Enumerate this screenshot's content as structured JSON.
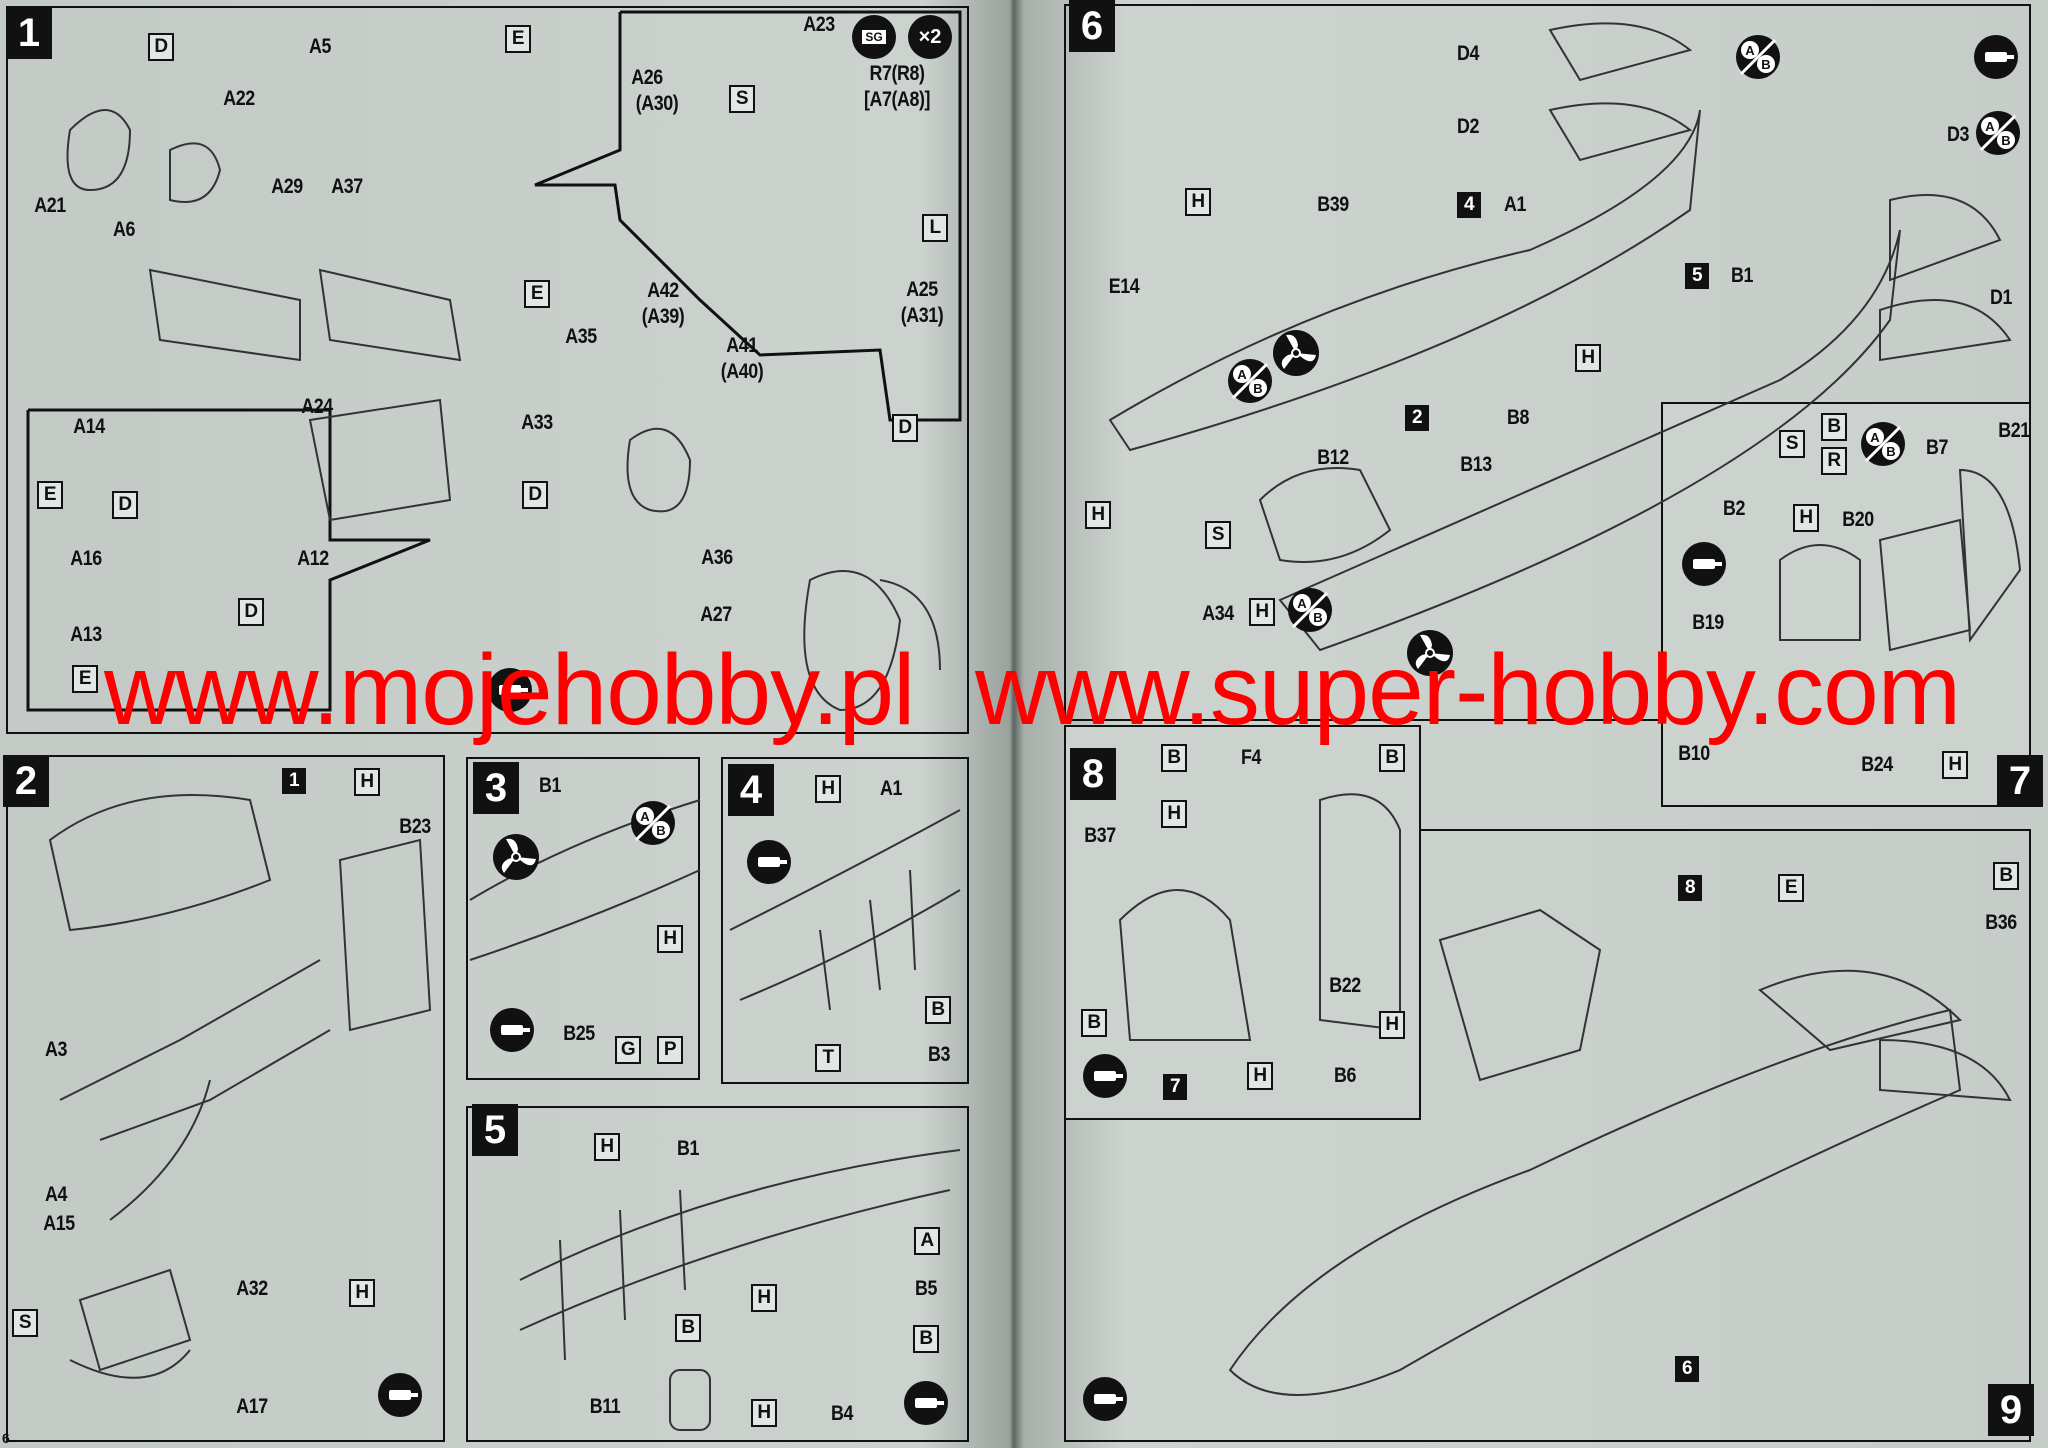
{
  "steps": [
    "1",
    "2",
    "3",
    "4",
    "5",
    "6",
    "7",
    "8",
    "9"
  ],
  "page_number": "6",
  "panels": {
    "p1": [
      "D",
      "A5",
      "E",
      "A22",
      "A21",
      "A29",
      "A37",
      "A6",
      "E",
      "A35",
      "A24",
      "A33",
      "D",
      "A14",
      "E",
      "D",
      "A16",
      "A12",
      "A13",
      "D",
      "E",
      "A36",
      "A27",
      "D",
      "A26",
      "(A30)",
      "A23",
      "S",
      "R7(R8)",
      "[A7(A8)]",
      "L",
      "A42",
      "(A39)",
      "A41",
      "(A40)",
      "A25",
      "(A31)"
    ],
    "p2": [
      "1",
      "H",
      "B23",
      "A3",
      "A4",
      "A15",
      "A32",
      "H",
      "S",
      "A17"
    ],
    "p3": [
      "B1",
      "H",
      "B25",
      "G",
      "P"
    ],
    "p4": [
      "H",
      "A1",
      "B",
      "T",
      "B3"
    ],
    "p5": [
      "H",
      "B1",
      "A",
      "H",
      "B5",
      "B",
      "B",
      "B11",
      "H",
      "B4"
    ],
    "p6": [
      "D4",
      "D2",
      "D3",
      "H",
      "B39",
      "4",
      "A1",
      "E14",
      "5",
      "B1",
      "D1",
      "H",
      "B8",
      "2",
      "B12",
      "B13",
      "H",
      "S",
      "A34",
      "H"
    ],
    "p7": [
      "S",
      "B",
      "R",
      "B7",
      "B21",
      "B2",
      "H",
      "B20",
      "B19",
      "B10",
      "B24",
      "H"
    ],
    "p8": [
      "B",
      "F4",
      "B",
      "B37",
      "H",
      "B",
      "B22",
      "H",
      "7",
      "H",
      "B6"
    ],
    "p9": [
      "8",
      "E",
      "B",
      "B36",
      "6"
    ]
  },
  "icons": {
    "cement_label": "SG",
    "quantity_label": "×2",
    "ab_letters": [
      "A",
      "B"
    ]
  },
  "watermark": {
    "left": "www.mojehobby.pl",
    "right": "www.super-hobby.com"
  }
}
